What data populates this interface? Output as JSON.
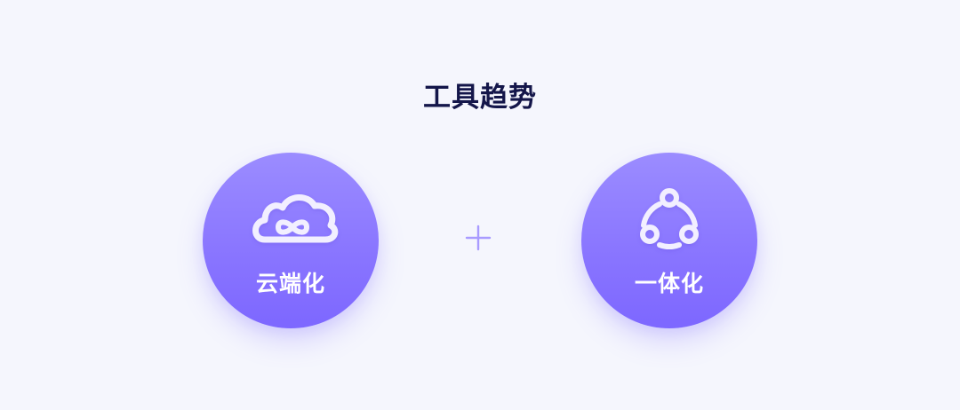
{
  "header": {
    "title": "工具趋势"
  },
  "cards": [
    {
      "label": "云端化",
      "icon": "cloud-infinity-icon"
    },
    {
      "label": "一体化",
      "icon": "cycle-nodes-icon"
    }
  ],
  "connector": {
    "icon": "plus-icon"
  },
  "colors": {
    "background": "#f5f6fd",
    "title": "#14164a",
    "circle_top": "#9b8cff",
    "circle_bottom": "#7d67ff",
    "icon": "#ffffff",
    "plus": "#a99bff"
  }
}
